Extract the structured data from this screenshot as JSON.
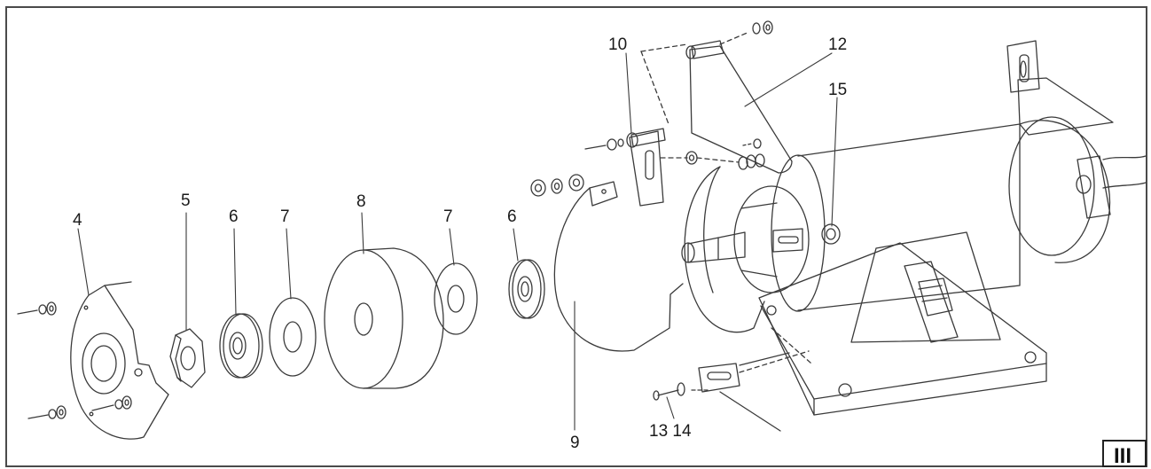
{
  "diagram": {
    "part_labels": {
      "p4": "4",
      "p5": "5",
      "p6a": "6",
      "p7a": "7",
      "p8": "8",
      "p7b": "7",
      "p6b": "6",
      "p9": "9",
      "p10": "10",
      "p12": "12",
      "p15": "15",
      "p13_14": "13 14"
    },
    "figure_badge": "III"
  }
}
